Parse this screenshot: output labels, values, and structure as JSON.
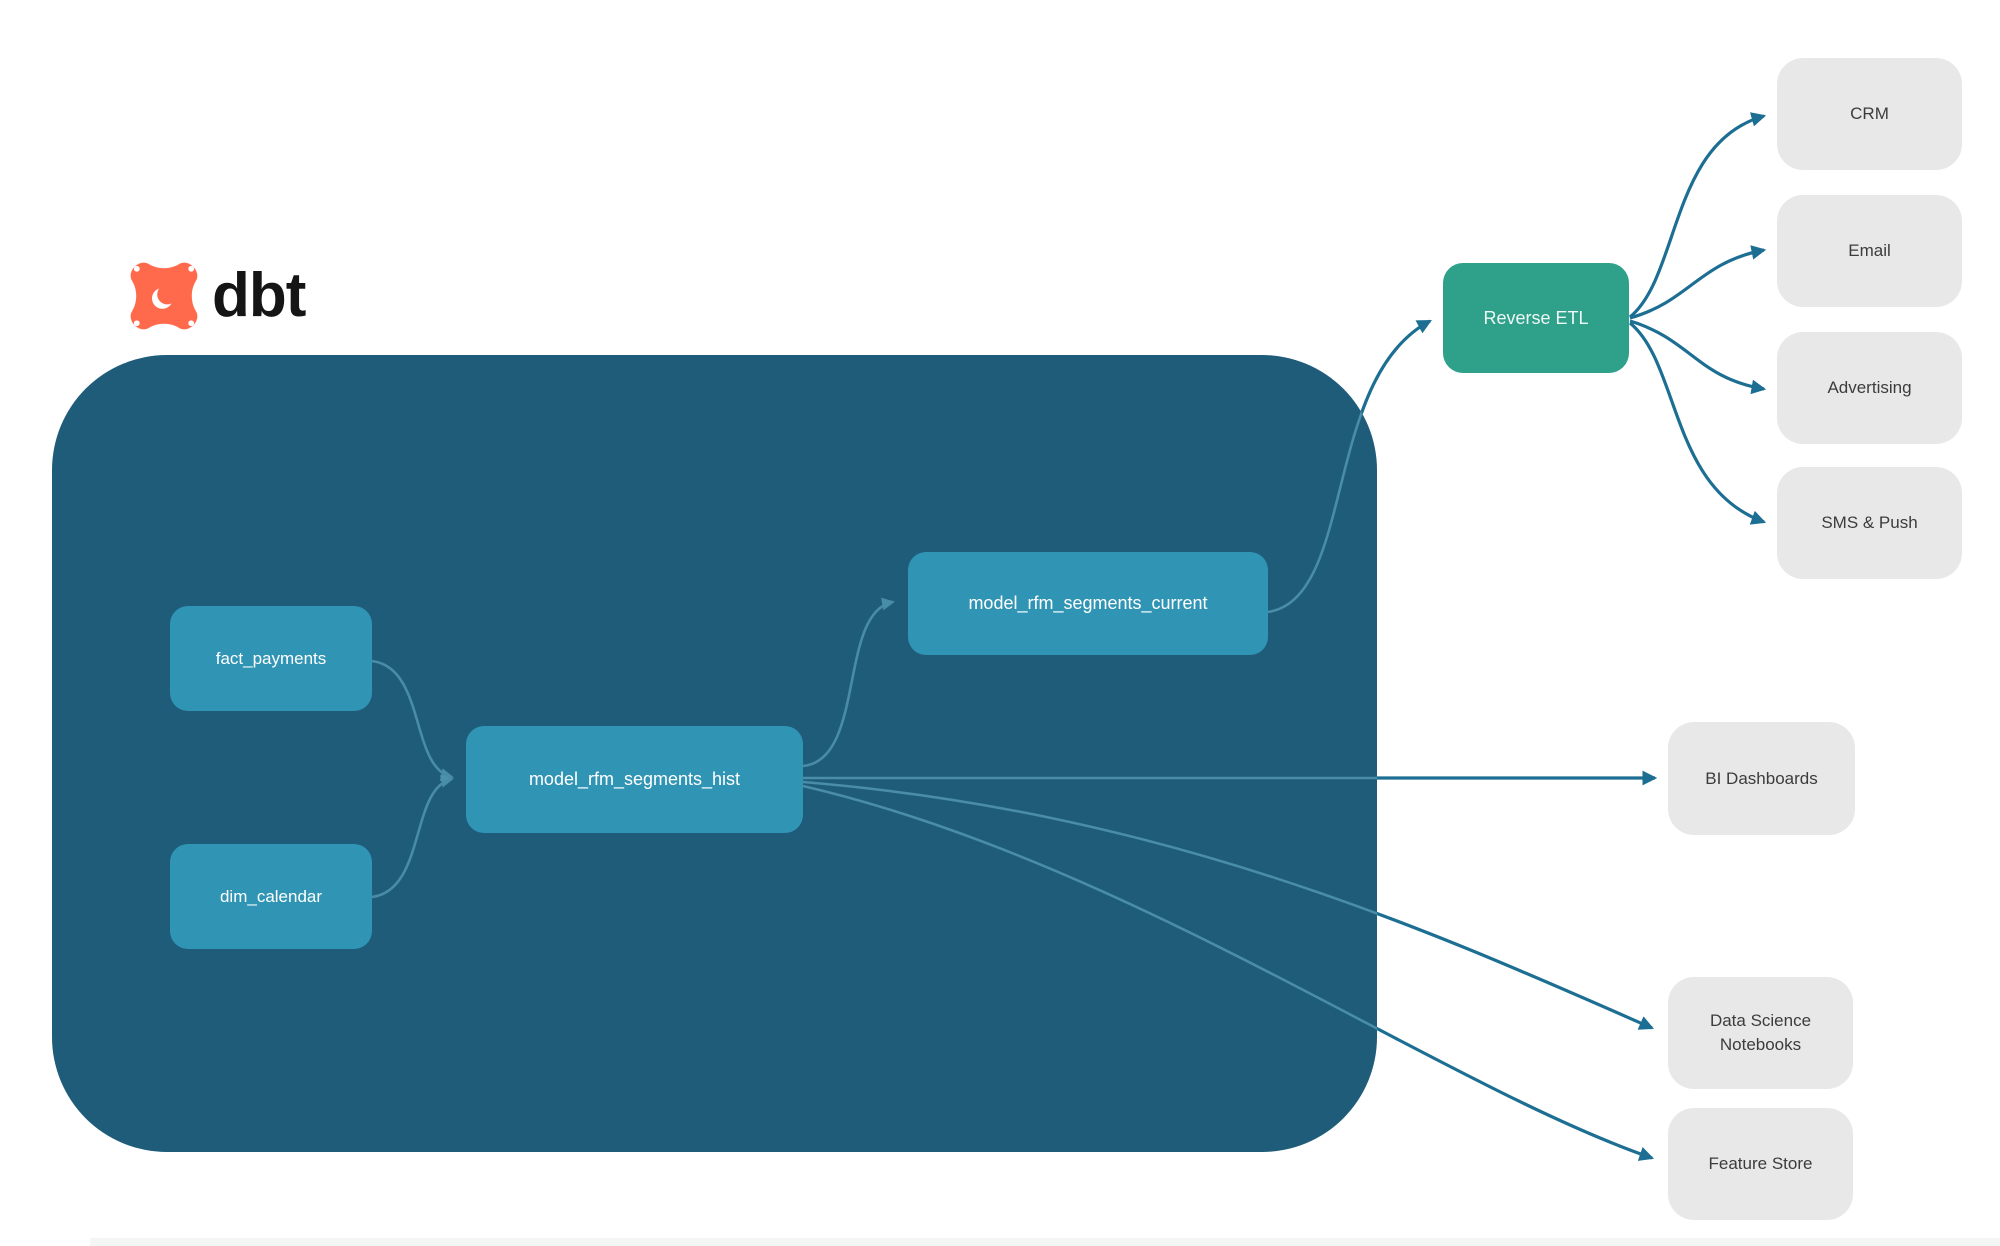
{
  "brand": {
    "name": "dbt",
    "logo_icon": "dbt-fox-star-icon"
  },
  "colors": {
    "container_background": "#1E5C7A",
    "model_node": "#3094B4",
    "reverse_etl_node": "#2FA089",
    "destination_node": "#E8E8E8",
    "edge_outside": "#1C6E92",
    "edge_inside": "#4E92AC",
    "logo_orange": "#FF6A4D",
    "node_text_light": "#FFFFFF",
    "node_text_dark": "#3C3C3C"
  },
  "nodes": {
    "fact_payments": {
      "label": "fact_payments",
      "type": "model"
    },
    "dim_calendar": {
      "label": "dim_calendar",
      "type": "model"
    },
    "model_rfm_segments_hist": {
      "label": "model_rfm_segments_hist",
      "type": "model"
    },
    "model_rfm_segments_current": {
      "label": "model_rfm_segments_current",
      "type": "model"
    },
    "reverse_etl": {
      "label": "Reverse ETL",
      "type": "tool"
    },
    "crm": {
      "label": "CRM",
      "type": "destination"
    },
    "email": {
      "label": "Email",
      "type": "destination"
    },
    "advertising": {
      "label": "Advertising",
      "type": "destination"
    },
    "sms_push": {
      "label": "SMS & Push",
      "type": "destination"
    },
    "bi_dashboards": {
      "label": "BI Dashboards",
      "type": "destination"
    },
    "data_science_notebooks": {
      "label": "Data Science Notebooks",
      "type": "destination"
    },
    "feature_store": {
      "label": "Feature Store",
      "type": "destination"
    }
  },
  "edges": [
    {
      "from": "fact_payments",
      "to": "model_rfm_segments_hist"
    },
    {
      "from": "dim_calendar",
      "to": "model_rfm_segments_hist"
    },
    {
      "from": "model_rfm_segments_hist",
      "to": "model_rfm_segments_current"
    },
    {
      "from": "model_rfm_segments_current",
      "to": "reverse_etl"
    },
    {
      "from": "model_rfm_segments_hist",
      "to": "bi_dashboards"
    },
    {
      "from": "model_rfm_segments_hist",
      "to": "data_science_notebooks"
    },
    {
      "from": "model_rfm_segments_hist",
      "to": "feature_store"
    },
    {
      "from": "reverse_etl",
      "to": "crm"
    },
    {
      "from": "reverse_etl",
      "to": "email"
    },
    {
      "from": "reverse_etl",
      "to": "advertising"
    },
    {
      "from": "reverse_etl",
      "to": "sms_push"
    }
  ]
}
